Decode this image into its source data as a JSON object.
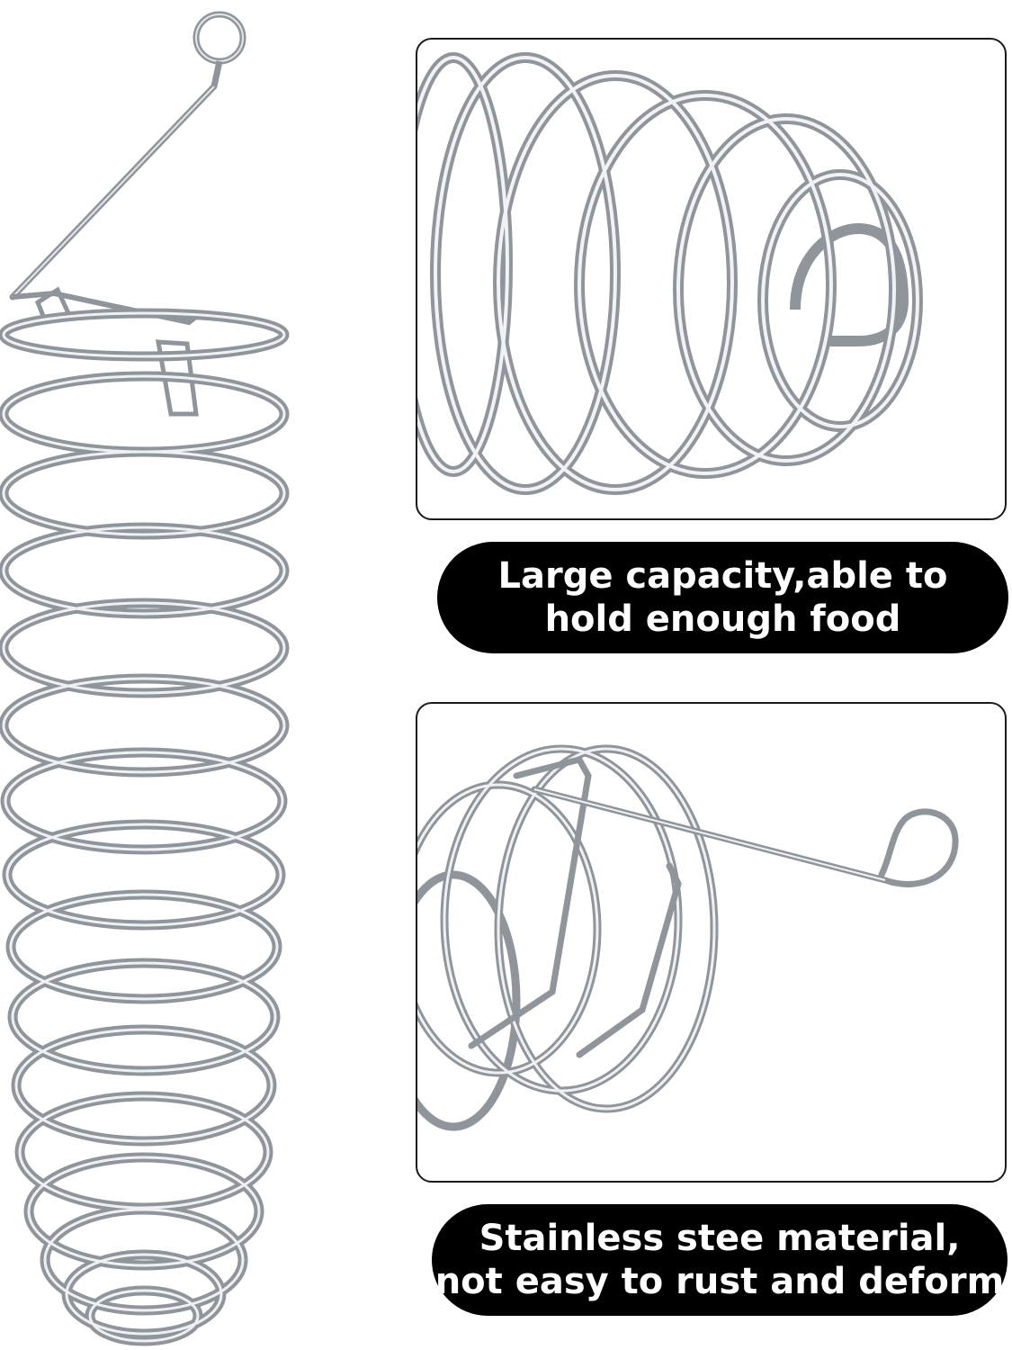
{
  "captions": {
    "top": {
      "line1": "Large capacity,able to",
      "line2": "hold enough food"
    },
    "bottom": {
      "line1": "Stainless stee material,",
      "line2": "not easy to rust and deform"
    }
  },
  "colors": {
    "caption_bg": "#000000",
    "caption_text": "#ffffff",
    "wire": "#9aa0a6",
    "wire_highlight": "#e6e8ea",
    "panel_border": "#1a1a1a"
  },
  "icons": {
    "left_image": "spring-feeder-full-icon",
    "top_image": "spring-coil-closeup-icon",
    "bottom_image": "spring-hook-closeup-icon"
  }
}
